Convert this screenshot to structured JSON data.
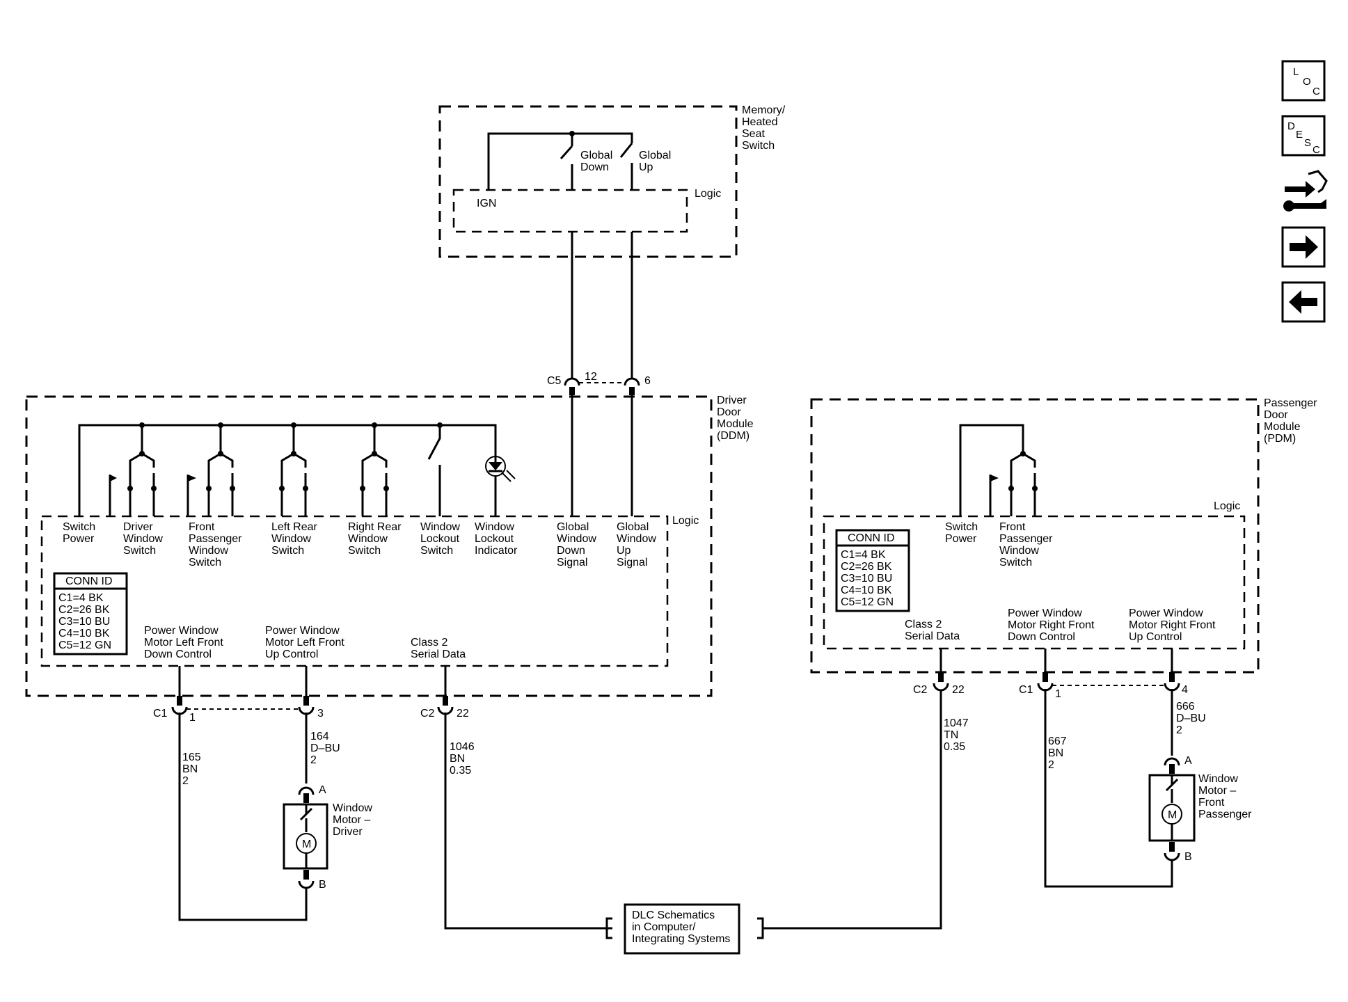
{
  "nav": {
    "loc": [
      "L",
      "O",
      "C"
    ],
    "desc": [
      "D",
      "E",
      "S",
      "C"
    ]
  },
  "memory_switch": {
    "title": [
      "Memory/",
      "Heated",
      "Seat",
      "Switch"
    ],
    "global_down": [
      "Global",
      "Down"
    ],
    "global_up": [
      "Global",
      "Up"
    ],
    "ign": "IGN",
    "logic": "Logic"
  },
  "ddm": {
    "title": [
      "Driver",
      "Door",
      "Module",
      "(DDM)"
    ],
    "logic": "Logic",
    "labels": {
      "switch_power": [
        "Switch",
        "Power"
      ],
      "driver_window_switch": [
        "Driver",
        "Window",
        "Switch"
      ],
      "front_passenger_window_switch": [
        "Front",
        "Passenger",
        "Window",
        "Switch"
      ],
      "left_rear_window_switch": [
        "Left Rear",
        "Window",
        "Switch"
      ],
      "right_rear_window_switch": [
        "Right Rear",
        "Window",
        "Switch"
      ],
      "window_lockout_switch": [
        "Window",
        "Lockout",
        "Switch"
      ],
      "window_lockout_indicator": [
        "Window",
        "Lockout",
        "Indicator"
      ],
      "global_window_down_signal": [
        "Global",
        "Window",
        "Down",
        "Signal"
      ],
      "global_window_up_signal": [
        "Global",
        "Window",
        "Up",
        "Signal"
      ],
      "motor_left_down": [
        "Power Window",
        "Motor Left Front",
        "Down Control"
      ],
      "motor_left_up": [
        "Power Window",
        "Motor Left Front",
        "Up Control"
      ],
      "class2": [
        "Class 2",
        "Serial Data"
      ]
    },
    "conn_id": {
      "header": "CONN ID",
      "rows": [
        "C1=4 BK",
        "C2=26 BK",
        "C3=10 BU",
        "C4=10 BK",
        "C5=12 GN"
      ]
    }
  },
  "pdm": {
    "title": [
      "Passenger",
      "Door",
      "Module",
      "(PDM)"
    ],
    "logic": "Logic",
    "labels": {
      "switch_power": [
        "Switch",
        "Power"
      ],
      "front_passenger_window_switch": [
        "Front",
        "Passenger",
        "Window",
        "Switch"
      ],
      "class2": [
        "Class 2",
        "Serial Data"
      ],
      "motor_right_down": [
        "Power Window",
        "Motor Right Front",
        "Down Control"
      ],
      "motor_right_up": [
        "Power Window",
        "Motor Right Front",
        "Up Control"
      ]
    },
    "conn_id": {
      "header": "CONN ID",
      "rows": [
        "C1=4 BK",
        "C2=26 BK",
        "C3=10 BU",
        "C4=10 BK",
        "C5=12 GN"
      ]
    }
  },
  "connectors": {
    "c5": "C5",
    "c5_pin12": "12",
    "c5_pin6": "6",
    "ddm_c1": "C1",
    "ddm_c1_pin1": "1",
    "ddm_c1_pin3": "3",
    "ddm_c2": "C2",
    "ddm_c2_pin22": "22",
    "pdm_c2": "C2",
    "pdm_c2_pin22": "22",
    "pdm_c1": "C1",
    "pdm_c1_pin1": "1",
    "pdm_c1_pin4": "4"
  },
  "wires": {
    "w165": [
      "165",
      "BN",
      "2"
    ],
    "w164": [
      "164",
      "D–BU",
      "2"
    ],
    "w1046": [
      "1046",
      "BN",
      "0.35"
    ],
    "w1047": [
      "1047",
      "TN",
      "0.35"
    ],
    "w667": [
      "667",
      "BN",
      "2"
    ],
    "w666": [
      "666",
      "D–BU",
      "2"
    ]
  },
  "motor_driver": {
    "title": [
      "Window",
      "Motor –",
      "Driver"
    ],
    "pin_a": "A",
    "pin_b": "B",
    "symbol": "M"
  },
  "motor_passenger": {
    "title": [
      "Window",
      "Motor –",
      "Front",
      "Passenger"
    ],
    "pin_a": "A",
    "pin_b": "B",
    "symbol": "M"
  },
  "dlc": {
    "text": [
      "DLC Schematics",
      "in Computer/",
      "Integrating Systems"
    ]
  }
}
